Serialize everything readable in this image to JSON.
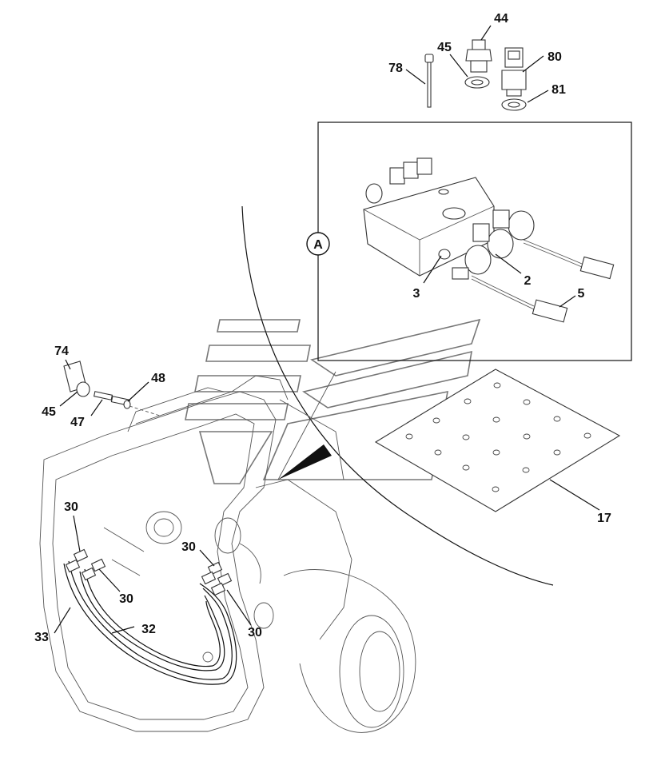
{
  "callouts": [
    {
      "id": "c44",
      "text": "44"
    },
    {
      "id": "c45a",
      "text": "45"
    },
    {
      "id": "c78",
      "text": "78"
    },
    {
      "id": "c80",
      "text": "80"
    },
    {
      "id": "c81",
      "text": "81"
    },
    {
      "id": "cA",
      "text": "A"
    },
    {
      "id": "c3",
      "text": "3"
    },
    {
      "id": "c2",
      "text": "2"
    },
    {
      "id": "c5",
      "text": "5"
    },
    {
      "id": "c74",
      "text": "74"
    },
    {
      "id": "c48",
      "text": "48"
    },
    {
      "id": "c45b",
      "text": "45"
    },
    {
      "id": "c47",
      "text": "47"
    },
    {
      "id": "c17",
      "text": "17"
    },
    {
      "id": "c30a",
      "text": "30"
    },
    {
      "id": "c30b",
      "text": "30"
    },
    {
      "id": "c30c",
      "text": "30"
    },
    {
      "id": "c30d",
      "text": "30"
    },
    {
      "id": "c33",
      "text": "33"
    },
    {
      "id": "c32",
      "text": "32"
    }
  ]
}
